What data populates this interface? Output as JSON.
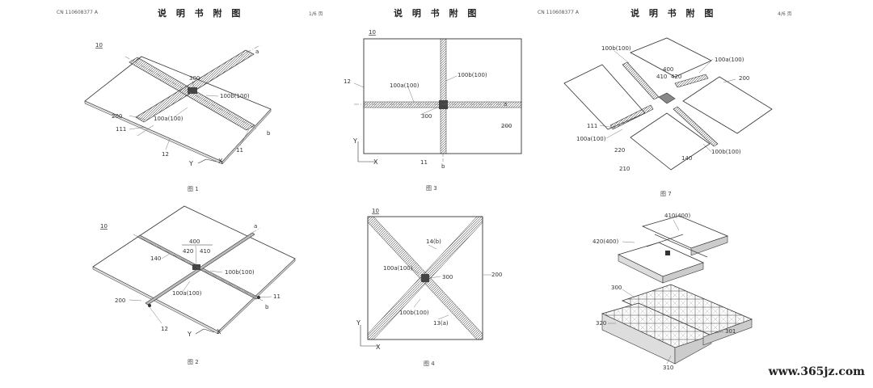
{
  "pages": [
    {
      "left_header": "CN 110608377 A",
      "title": "说 明 书 附 图",
      "page_no": "1/6 页"
    },
    {
      "title": "说 明 书 附 图"
    },
    {
      "left_header": "CN 110608377 A",
      "title": "说 明 书 附 图",
      "page_no": "4/6 页"
    }
  ],
  "figures": {
    "fig1": {
      "caption": "图 1",
      "labels": [
        "10",
        "a",
        "300",
        "100b(100)",
        "100a(100)",
        "200",
        "111",
        "12",
        "11",
        "b",
        "Y",
        "X"
      ]
    },
    "fig2": {
      "caption": "图 2",
      "labels": [
        "10",
        "a",
        "400",
        "420",
        "410",
        "140",
        "100b(100)",
        "100a(100)",
        "200",
        "11",
        "b",
        "12",
        "Y",
        "X"
      ]
    },
    "fig3": {
      "caption": "图 3",
      "labels": [
        "10",
        "12",
        "100a(100)",
        "100b(100)",
        "a",
        "300",
        "200",
        "Y",
        "X",
        "11",
        "b"
      ]
    },
    "fig4": {
      "caption": "图 4",
      "labels": [
        "10",
        "14(b)",
        "100a(100)",
        "300",
        "200",
        "100b(100)",
        "13(a)",
        "Y",
        "X"
      ]
    },
    "fig7": {
      "caption": "图 7",
      "labels": [
        "100b(100)",
        "400",
        "410",
        "420",
        "100a(100)",
        "200",
        "111",
        "100a(100)",
        "220",
        "210",
        "140",
        "100b(100)"
      ]
    },
    "fig8": {
      "labels": [
        "410(400)",
        "420(400)",
        "300",
        "320",
        "301",
        "310"
      ]
    }
  },
  "watermark": "www.365jz.com"
}
